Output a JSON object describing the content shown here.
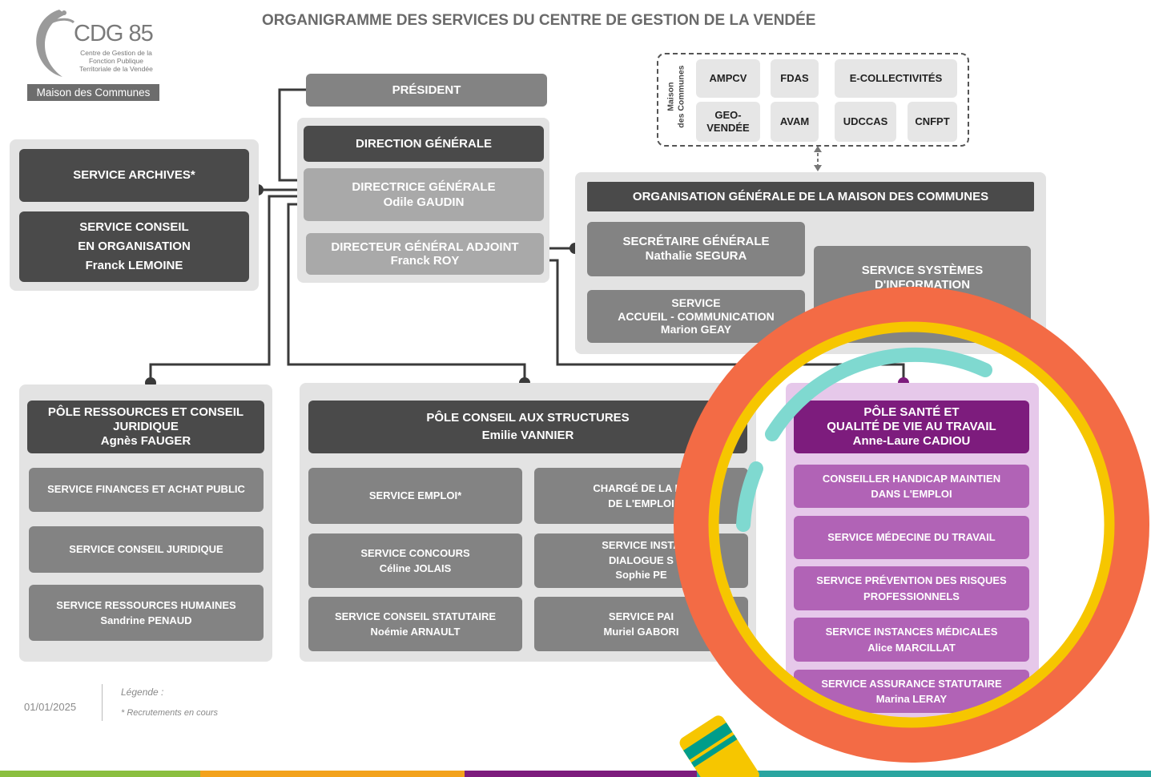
{
  "logo": {
    "brand": "CDG 85",
    "subtitle_line1": "Centre de Gestion de la",
    "subtitle_line2": "Fonction Publique",
    "subtitle_line3": "Territoriale de la Vendée",
    "tag": "Maison des Communes"
  },
  "title": "ORGANIGRAMME DES SERVICES DU CENTRE DE GESTION DE LA VENDÉE",
  "president": "PRÉSIDENT",
  "direction": {
    "header": "DIRECTION GÉNÉRALE",
    "dg_title": "DIRECTRICE GÉNÉRALE",
    "dg_name": "Odile GAUDIN",
    "dga_title": "DIRECTEUR GÉNÉRAL ADJOINT",
    "dga_name": "Franck ROY"
  },
  "left_services": {
    "archives": "SERVICE ARCHIVES*",
    "conseil_line1": "SERVICE CONSEIL",
    "conseil_line2": "EN ORGANISATION",
    "conseil_name": "Franck LEMOINE"
  },
  "maison": {
    "label_line1": "Maison",
    "label_line2": "des Communes",
    "items": [
      "AMPCV",
      "FDAS",
      "E-COLLECTIVITÉS",
      "GEO-\nVENDÉE",
      "AVAM",
      "UDCCAS",
      "CNFPT"
    ]
  },
  "organisation": {
    "header": "ORGANISATION GÉNÉRALE DE LA MAISON DES COMMUNES",
    "sg_title": "SECRÉTAIRE GÉNÉRALE",
    "sg_name": "Nathalie SEGURA",
    "accueil_line1": "SERVICE",
    "accueil_line2": "ACCUEIL - COMMUNICATION",
    "accueil_name": "Marion GEAY",
    "systemes_line1": "SERVICE SYSTÈMES",
    "systemes_line2": "D'INFORMATION"
  },
  "pole_ressources": {
    "title_line1": "PÔLE RESSOURCES ET CONSEIL",
    "title_line2": "JURIDIQUE",
    "name": "Agnès FAUGER",
    "services": [
      {
        "label": "SERVICE FINANCES ET ACHAT PUBLIC",
        "name": ""
      },
      {
        "label": "SERVICE CONSEIL JURIDIQUE",
        "name": ""
      },
      {
        "label": "SERVICE RESSOURCES HUMAINES",
        "name": "Sandrine PENAUD"
      }
    ]
  },
  "pole_structures": {
    "title": "PÔLE CONSEIL AUX STRUCTURES",
    "name": "Emilie VANNIER",
    "left": [
      {
        "label": "SERVICE EMPLOI*",
        "name": ""
      },
      {
        "label": "SERVICE CONCOURS",
        "name": "Céline JOLAIS"
      },
      {
        "label": "SERVICE CONSEIL STATUTAIRE",
        "name": "Noémie ARNAULT"
      }
    ],
    "right": [
      {
        "label": "CHARGÉ DE LA PR",
        "label2": "DE L'EMPLOI",
        "name": ""
      },
      {
        "label": "SERVICE INSTA",
        "label2": "DIALOGUE S",
        "name": "Sophie PE"
      },
      {
        "label": "SERVICE PAI",
        "label2": "",
        "name": "Muriel GABORI"
      }
    ]
  },
  "pole_sante": {
    "title_line1": "PÔLE SANTÉ ET",
    "title_line2": "QUALITÉ DE VIE AU TRAVAIL",
    "name": "Anne-Laure CADIOU",
    "services": [
      {
        "label": "CONSEILLER HANDICAP MAINTIEN",
        "label2": "DANS L'EMPLOI",
        "name": ""
      },
      {
        "label": "SERVICE MÉDECINE DU TRAVAIL",
        "label2": "",
        "name": ""
      },
      {
        "label": "SERVICE PRÉVENTION DES RISQUES",
        "label2": "PROFESSIONNELS",
        "name": ""
      },
      {
        "label": "SERVICE INSTANCES MÉDICALES",
        "label2": "",
        "name": "Alice MARCILLAT"
      },
      {
        "label": "SERVICE ASSURANCE STATUTAIRE",
        "label2": "",
        "name": "Marina LERAY"
      }
    ]
  },
  "footer": {
    "date": "01/01/2025",
    "legend_title": "Légende :",
    "legend_text": "* Recrutements en cours"
  },
  "colors": {
    "dark": "#4a4a4a",
    "mid": "#838383",
    "purple": "#b163b6",
    "purple_dark": "#7d1c7d",
    "lens_ring": "#f36b45",
    "lens_inner": "#f6c600",
    "lens_highlight": "#7fd9d0"
  }
}
